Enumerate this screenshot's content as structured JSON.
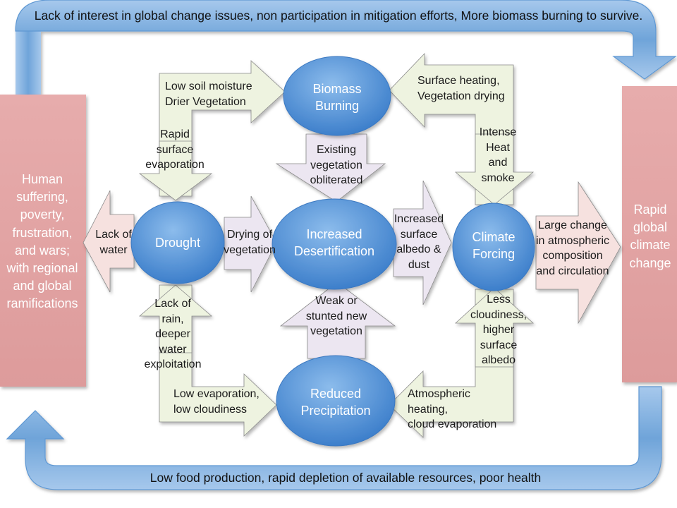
{
  "colors": {
    "loop_arrow": "#5f98d3",
    "loop_arrow_light": "#a6c8ec",
    "side_box": "#e2a4a4",
    "ellipse": "#5a95d6",
    "arrow_green": "#eef3e0",
    "arrow_lavender": "#ece6f1",
    "arrow_pink": "#f6e1df"
  },
  "top_banner": "Lack of interest in global change issues, non participation in mitigation efforts, More biomass burning to survive.",
  "bottom_banner": "Low food production, rapid depletion of available resources, poor health",
  "left_box": "Human\nsuffering,\npoverty,\nfrustration,\nand wars;\nwith regional\nand global\nramifications",
  "right_box": "Rapid\nglobal\nclimate\nchange",
  "nodes": {
    "biomass": "Biomass\nBurning",
    "drought": "Drought",
    "desertification": "Increased\nDesertification",
    "climate": "Climate\nForcing",
    "precipitation": "Reduced\nPrecipitation"
  },
  "arrows": {
    "soil_moisture": "Low soil moisture\nDrier Vegetation",
    "rapid_evap": "Rapid\nsurface\nevaporation",
    "surface_heating": "Surface heating,\nVegetation drying",
    "intense_heat": "Intense\nHeat\nand\nsmoke",
    "existing_veg": "Existing\nvegetation\nobliterated",
    "lack_water": "Lack of\nwater",
    "drying_veg": "Drying of\nvegetation",
    "albedo_dust": "Increased\nsurface\nalbedo &\ndust",
    "large_change": "Large change\nin atmospheric\ncomposition\nand circulation",
    "lack_rain": "Lack of\nrain,\ndeeper\nwater\nexploitation",
    "weak_veg": "Weak or\nstunted new\nvegetation",
    "less_cloud": "Less\ncloudiness,\nhigher\nsurface\nalbedo",
    "low_evap": "Low evaporation,\nlow cloudiness",
    "atmos_heat": "Atmospheric heating,\ncloud evaporation"
  }
}
